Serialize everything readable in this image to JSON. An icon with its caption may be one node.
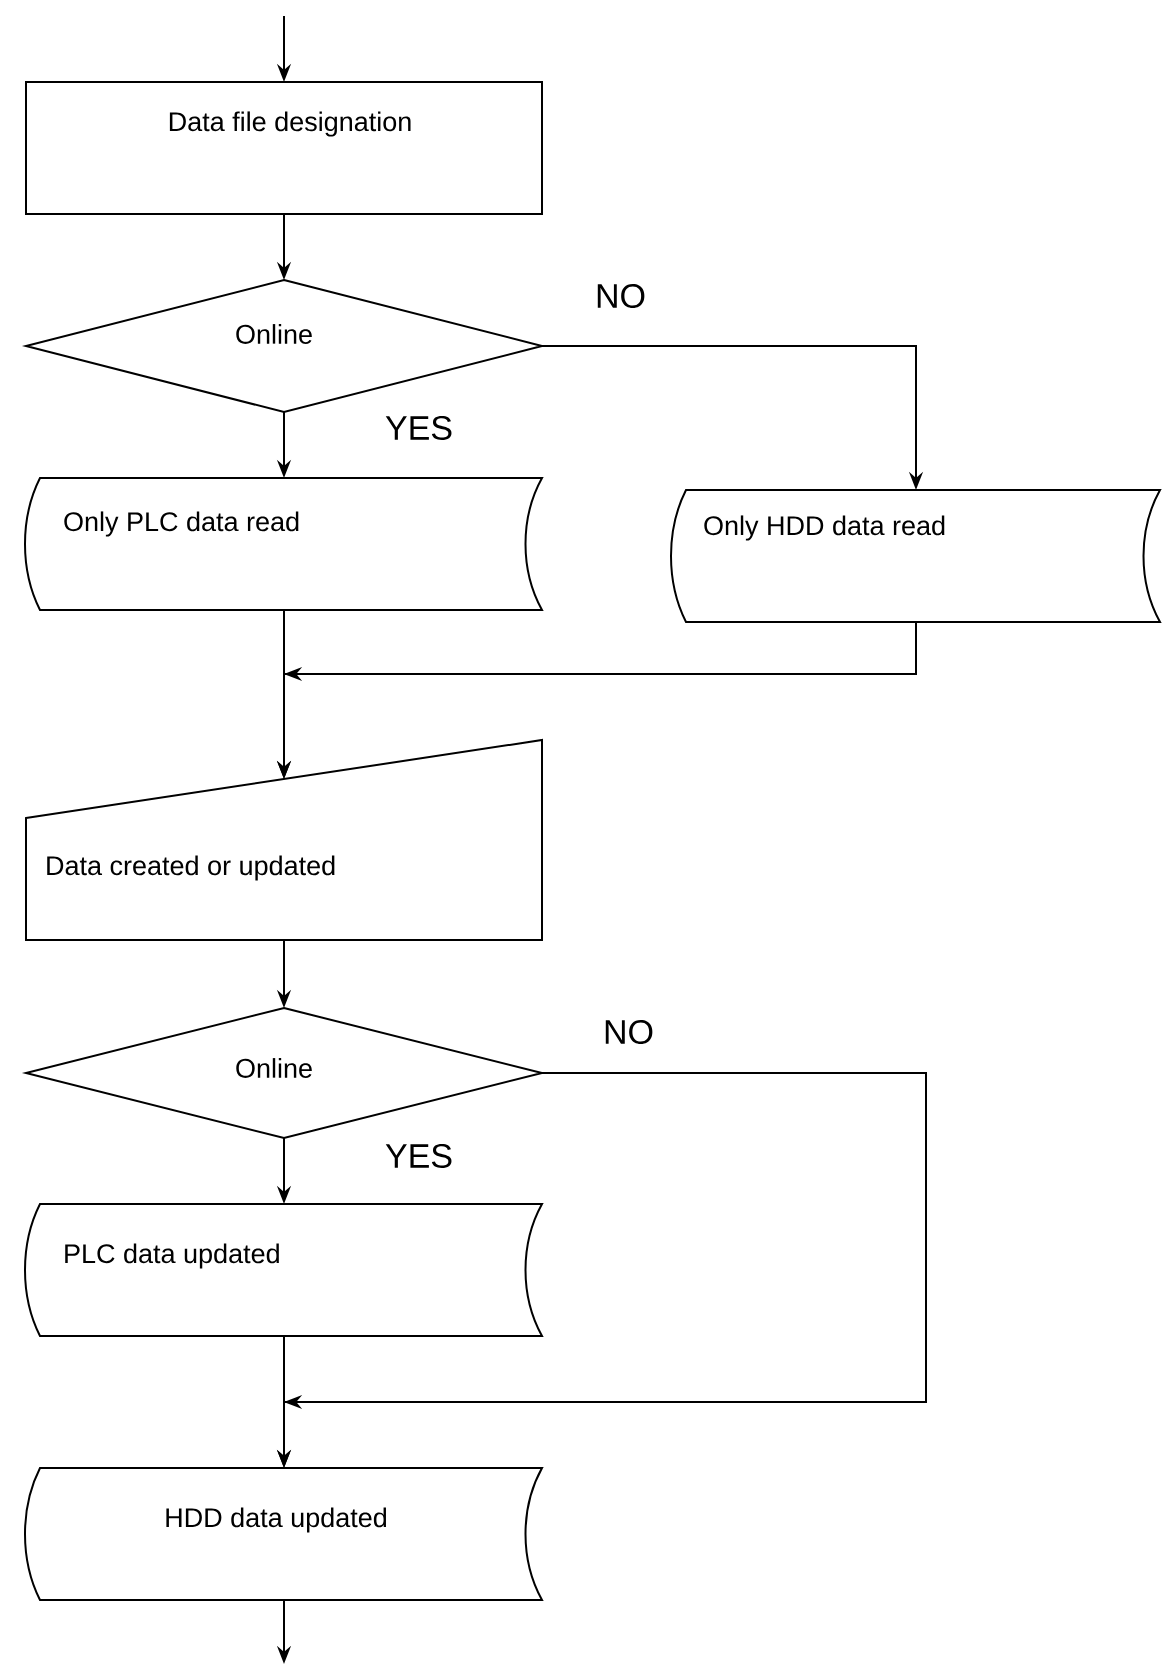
{
  "diagram": {
    "nodes": [
      {
        "text": [
          "Data file designation"
        ]
      },
      {
        "text": [
          "Online"
        ]
      },
      {
        "text": [
          "Only PLC data read"
        ]
      },
      {
        "text": [
          "Only HDD data read"
        ]
      },
      {
        "text": [
          "Data created or updated"
        ]
      },
      {
        "text": [
          "Online"
        ]
      },
      {
        "text": [
          "PLC data updated"
        ]
      },
      {
        "text": [
          "HDD data updated"
        ]
      }
    ],
    "edges": [
      {
        "from": null,
        "to": 0,
        "arrow": "to"
      },
      {
        "from": 0,
        "to": 1,
        "arrow": "to"
      },
      {
        "from": 1,
        "to": 2,
        "arrow": "to",
        "label": "YES"
      },
      {
        "from": 1,
        "to": 3,
        "arrow": "to",
        "label": "NO"
      },
      {
        "from": 2,
        "to": 4,
        "arrow": "to"
      },
      {
        "from": 3,
        "to": 4,
        "arrow": "to"
      },
      {
        "from": 4,
        "to": 5,
        "arrow": "to"
      },
      {
        "from": 5,
        "to": 6,
        "arrow": "to",
        "label": "YES"
      },
      {
        "from": 5,
        "to": 7,
        "arrow": "to",
        "label": "NO"
      },
      {
        "from": 6,
        "to": 7,
        "arrow": "to"
      },
      {
        "from": 7,
        "to": null,
        "arrow": "to"
      }
    ]
  }
}
